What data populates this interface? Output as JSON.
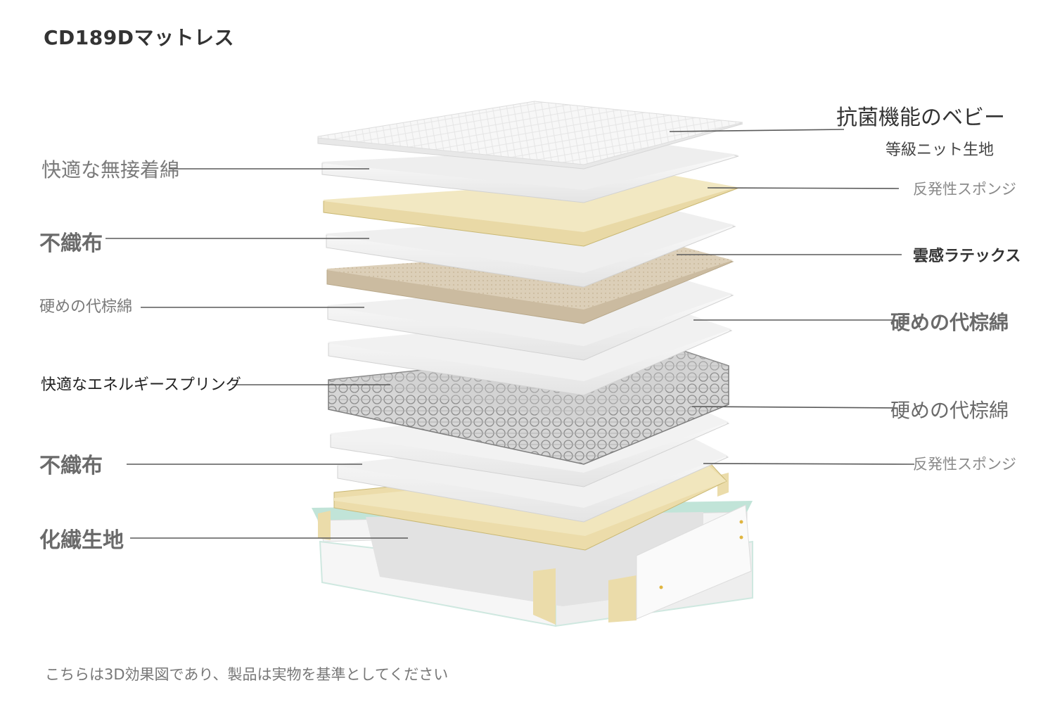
{
  "title": "CD189Dマットレス",
  "footnote": "こちらは3D効果図であり、製品は実物を基準としてください",
  "labels": {
    "left": [
      "快適な無接着綿",
      "不織布",
      "硬めの代棕綿",
      "快適なエネルギースプリング",
      "不織布",
      "化繊生地"
    ],
    "right": {
      "knit_line1": "抗菌機能のベビー",
      "knit_line2": "等級ニット生地",
      "sponge_top": "反発性スポンジ",
      "latex": "雲感ラテックス",
      "palm_1": "硬めの代棕綿",
      "palm_2": "硬めの代棕綿",
      "sponge_bottom": "反発性スポンジ"
    }
  },
  "colors": {
    "white_layer": "#f2f2f2",
    "white_layer_edge": "#d2d2d2",
    "sponge": "#ede2b6",
    "sponge_edge": "#c9b874",
    "latex": "#dccfb8",
    "spring": "#b5b5b5",
    "leader": "#555555",
    "frame_glass": "#9fd4c4"
  }
}
